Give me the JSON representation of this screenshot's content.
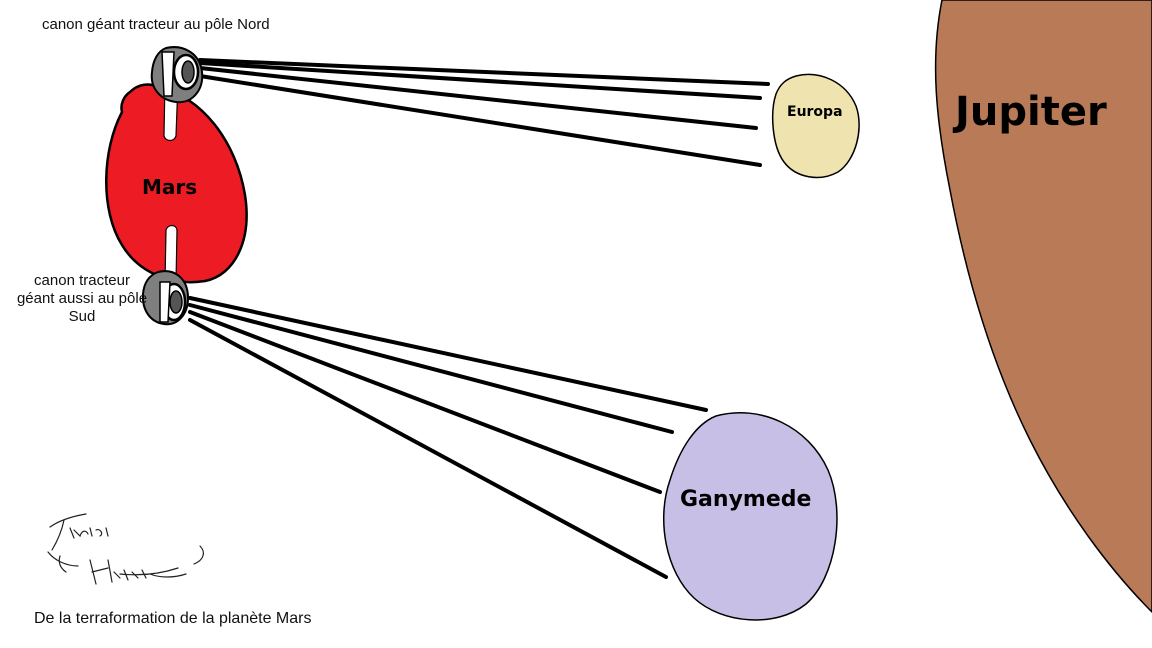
{
  "labels": {
    "north_cannon": "canon géant tracteur au pôle Nord",
    "south_cannon": "canon tracteur géant aussi au pôle Sud",
    "caption": "De la terraformation de la planète Mars"
  },
  "bodies": {
    "mars": {
      "name": "Mars",
      "color": "#ed1c24"
    },
    "europa": {
      "name": "Europa",
      "color": "#efe4b0"
    },
    "ganymede": {
      "name": "Ganymede",
      "color": "#c8bfe7"
    },
    "jupiter": {
      "name": "Jupiter",
      "color": "#b97a57"
    }
  },
  "signature": {
    "text": "François Hassen"
  },
  "colors": {
    "beam": "#000000",
    "cannon": "#7f7f7f",
    "outline": "#000000"
  }
}
